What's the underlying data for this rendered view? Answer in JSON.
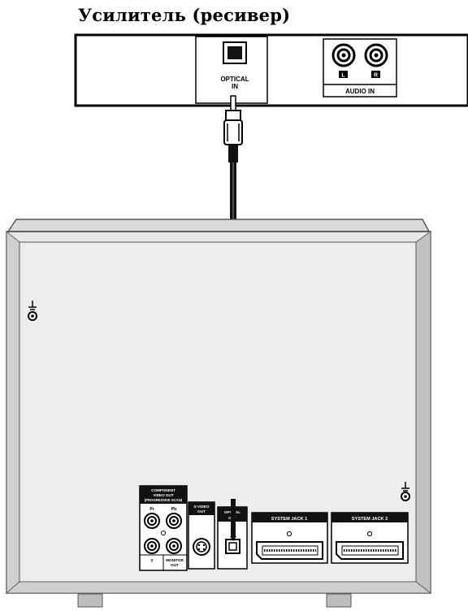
{
  "title": "Усилитель (ресивер)",
  "amplifier": {
    "optical_in_line1": "OPTICAL",
    "optical_in_line2": "IN",
    "audio_in_label": "AUDIO IN",
    "left_channel": "L",
    "right_channel": "R"
  },
  "unit_panel": {
    "component_line1": "COMPONENT",
    "component_line2": "VIDEO OUT",
    "component_line3": "(PROGRESSIVE SCAN)",
    "pr_label": "Pr",
    "pb_label": "Pb",
    "y_label": "Y",
    "monitor_out_line1": "MONITOR",
    "monitor_out_line2": "OUT",
    "svideo_line1": "S-VIDEO",
    "svideo_line2": "OUT",
    "optical_out_line1": "OPTICAL",
    "optical_out_line2": "OUT",
    "system_jack1": "SYSTEM JACK 1",
    "system_jack2": "SYSTEM JACK 2"
  }
}
